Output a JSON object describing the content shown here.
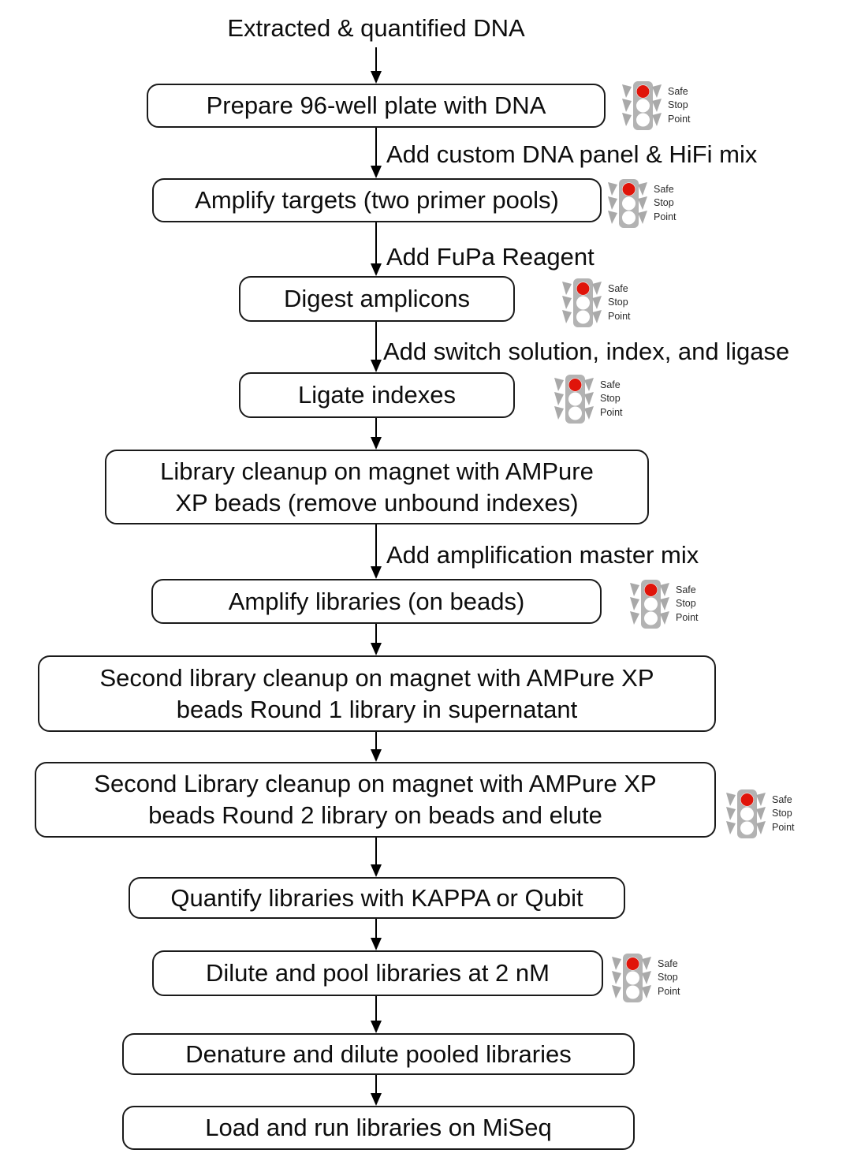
{
  "flow": {
    "start_label": "Extracted & quantified DNA",
    "steps": [
      {
        "label": "Prepare 96-well plate with DNA",
        "safe_stop_point": true
      },
      {
        "label": "Amplify targets (two primer pools)",
        "safe_stop_point": true
      },
      {
        "label": "Digest amplicons",
        "safe_stop_point": true
      },
      {
        "label": "Ligate indexes",
        "safe_stop_point": true
      },
      {
        "label": "Library cleanup on magnet with AMPure\nXP beads (remove unbound indexes)",
        "safe_stop_point": false
      },
      {
        "label": "Amplify libraries (on beads)",
        "safe_stop_point": true
      },
      {
        "label": "Second library cleanup on magnet with AMPure XP\nbeads Round 1 library in supernatant",
        "safe_stop_point": false
      },
      {
        "label": "Second Library cleanup on magnet with AMPure XP\nbeads Round 2 library on beads and elute",
        "safe_stop_point": true
      },
      {
        "label": "Quantify libraries with KAPPA or Qubit",
        "safe_stop_point": false
      },
      {
        "label": "Dilute and pool libraries at 2 nM",
        "safe_stop_point": true
      },
      {
        "label": "Denature and dilute pooled libraries",
        "safe_stop_point": false
      },
      {
        "label": "Load and run libraries on MiSeq",
        "safe_stop_point": false
      }
    ],
    "edge_labels": [
      {
        "text": "Add custom DNA panel & HiFi mix"
      },
      {
        "text": "Add FuPa Reagent"
      },
      {
        "text": "Add switch solution, index, and ligase"
      },
      {
        "text": "Add amplification master mix"
      }
    ],
    "safe_stop_badge": {
      "line1": "Safe",
      "line2": "Stop",
      "line3": "Point"
    }
  },
  "colors": {
    "box_border": "#1a1a1a",
    "arrow": "#000000",
    "traffic_light_body": "#b3b3b3",
    "traffic_light_visor": "#a9a9a9",
    "traffic_light_red": "#e0140a",
    "traffic_light_off": "#ffffff",
    "text": "#0d0d0d"
  }
}
